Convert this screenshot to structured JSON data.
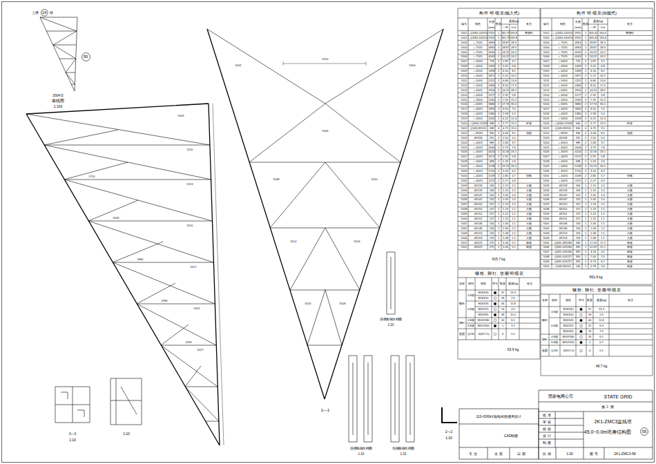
{
  "diagram": {
    "nodes": [
      {
        "text": [
          "14"
        ]
      },
      {
        "text": [
          "55"
        ]
      },
      {
        "text": [
          "55"
        ]
      }
    ],
    "labels": [
      "上接",
      "段",
      "3004.5",
      "单线图",
      "1:100",
      "5509",
      "5511",
      "5513",
      "5515",
      "5517",
      "5525",
      "5527",
      "2713",
      "2049",
      "1860",
      "2996",
      "2263",
      "6750",
      "5502",
      "5504",
      "5506",
      "5508",
      "5510",
      "5512",
      "5514",
      "5516",
      "5518",
      "1—1",
      "3—3",
      "1:10",
      "1:10",
      "连接角钢大样图",
      "1:10",
      "包钢角钢大样图",
      "1:10",
      "2—2",
      "1:10",
      "连接角钢大样图",
      "1:10",
      "构 件 明 细 表(输入式)",
      "编号",
      "规格",
      "长度",
      "(mm)",
      "数量",
      "重量(kg)",
      "一件",
      "小计",
      "备注",
      "615.7 kg",
      "构 件 明 细 表(加腿式)",
      "编号",
      "规格",
      "长度",
      "(mm)",
      "数量",
      "重量(kg)",
      "一件",
      "小计",
      "备注",
      "661.6 kg",
      "螺 栓、脚 钉、垫 圈 明 细 表",
      "名称",
      "级别",
      "规格",
      "符号",
      "数量",
      "重量(kg)",
      "备注",
      "螺栓",
      "4.8级",
      "6.8级",
      "脚钉",
      "4.8级",
      "6.8级",
      "垫圈",
      "Q235",
      "53.9 kg",
      "螺 栓、脚 钉、垫 圈 明 细 表",
      "名称",
      "级别",
      "规格",
      "符号",
      "数量",
      "重量(kg)",
      "备注",
      "螺栓",
      "4.8级",
      "6.8级",
      "脚钉",
      "4.8级",
      "6.8级",
      "垫圈",
      "Q235",
      "48.7 kg",
      "国家电网公司",
      "STATE GRID",
      "施 工 图",
      "110~500kV输电线路通用设计",
      "CAD制图",
      "批 准",
      "审 核",
      "校 核",
      "设 计",
      "制 图",
      "2K1-ZMC3直线塔",
      "45.0~0.0m塔身结构图",
      "比 例",
      "1:20",
      "图 号",
      "2K1-ZMC3-56",
      "专 业",
      "会 签",
      "日 期",
      "5501",
      "∟Q345L140X10",
      "7055",
      "1",
      "165.79",
      "165.8",
      "5502",
      "∟Q345L140X10",
      "7055",
      "1",
      "165.79",
      "165.8",
      "5503",
      "∟75X5",
      "4963",
      "1",
      "28.87",
      "28.9",
      "5504",
      "∟75X5",
      "4963",
      "1",
      "28.87",
      "28.9",
      "5505",
      "∟75X5",
      "4163",
      "1",
      "24.22",
      "24.2",
      "5506",
      "∟75X5",
      "4163",
      "1",
      "24.22",
      "24.2",
      "5507",
      "∟40X4",
      "774",
      "2",
      "1.87",
      "3.7",
      "5508",
      "∟40X4",
      "1409",
      "2",
      "3.41",
      "6.8",
      "5509",
      "∟40X4",
      "1498",
      "2",
      "4.10",
      "8.2",
      "5510",
      "∟40X4",
      "1871",
      "2",
      "5.12",
      "10.2",
      "5511",
      "∟50X4",
      "2222",
      "2",
      "6.80",
      "13.6",
      "5512",
      "∟50X4",
      "2466",
      "2",
      "8.50",
      "17.0",
      "5513",
      "∟63X5",
      "2956",
      "2",
      "14.25",
      "28.5",
      "5514",
      "∟40X4",
      "1577",
      "2",
      "2.92",
      "5.8",
      "5515",
      "∟56X4",
      "2263",
      "2",
      "7.59",
      "15.2",
      "5516",
      "∟63X5",
      "3680",
      "2",
      "17.74",
      "35.5",
      "5517",
      "∟40X3",
      "1890",
      "2",
      "3.50",
      "7.0",
      "5518",
      "∟40X3",
      "1380",
      "2",
      "2.58",
      "5.2",
      "5519",
      "∟56X4",
      "2035",
      "2",
      "6.22",
      "12.4",
      "5520",
      "∟Q345L125X8",
      "638",
      "2",
      "9.77",
      "19.5",
      "5521",
      "-Q345-8X120",
      "638",
      "4",
      "4.75",
      "19.0",
      "5522",
      "∟80X6",
      "356",
      "2",
      "4.06",
      "8.1",
      "5523",
      "-6X208",
      "255",
      "2",
      "2.50",
      "5.0",
      "5524",
      "∟40X3",
      "989",
      "2",
      "1.83",
      "3.7",
      "5525",
      "∟40X3",
      "2044",
      "2",
      "3.79",
      "7.6",
      "5526",
      "∟40X3",
      "4224",
      "2",
      "11.56",
      "23.1",
      "5527",
      "∟40X3",
      "1571",
      "2",
      "2.91",
      "5.8",
      "5528",
      "∟40X3",
      "698",
      "2",
      "1.29",
      "2.6",
      "5529",
      "∟56X4",
      "5738",
      "2",
      "19.75",
      "39.5",
      "5530",
      "∟40X3",
      "1750",
      "2",
      "3.24",
      "6.5",
      "5531",
      "∟40X3",
      "1539",
      "2",
      "2.85",
      "5.7",
      "5532",
      "∟40X3",
      "1172",
      "2",
      "2.17",
      "4.3",
      "5533",
      "-6X133",
      "163",
      "1",
      "1.15",
      "1.2",
      "5534",
      "-6X133",
      "163",
      "1",
      "1.15",
      "1.2",
      "5535",
      "-6X147",
      "152",
      "1",
      "1.05",
      "1.0",
      "5536",
      "-6X147",
      "152",
      "1",
      "1.05",
      "1.0",
      "5537",
      "-6X152",
      "157",
      "1",
      "1.13",
      "1.1",
      "5538",
      "-6X152",
      "157",
      "1",
      "1.13",
      "1.1",
      "5539",
      "-6X151",
      "157",
      "1",
      "1.12",
      "1.1",
      "5540",
      "-6X151",
      "157",
      "1",
      "1.12",
      "1.1",
      "5541",
      "-6X146",
      "154",
      "1",
      "1.06",
      "1.1",
      "5542",
      "-6X146",
      "154",
      "1",
      "1.06",
      "1.1",
      "5543",
      "-6X153",
      "153",
      "1",
      "1.08",
      "1.1",
      "5544",
      "-6X153",
      "153",
      "1",
      "1.08",
      "1.1",
      "5551",
      "-6X225",
      "275",
      "1",
      "5.06",
      "5.1",
      "5552",
      "-6X225",
      "275",
      "1",
      "5.06",
      "5.1",
      "带脚钉",
      "铲背",
      "清根",
      "切角",
      "火曲",
      "火曲",
      "火曲",
      "火曲",
      "火曲",
      "火曲",
      "火曲",
      "火曲",
      "火曲",
      "火曲",
      "火曲",
      "火曲",
      "焊接",
      "焊接",
      "5501",
      "∟Q345L140X10",
      "6955",
      "1",
      "163.42",
      "163.4",
      "5502",
      "∟Q345L140X10",
      "6955",
      "1",
      "163.42",
      "163.4",
      "5503",
      "∟75X5",
      "4963",
      "1",
      "28.87",
      "28.9",
      "5504",
      "∟75X5",
      "4963",
      "1",
      "28.87",
      "28.9",
      "5505",
      "∟75X5",
      "4163",
      "1",
      "24.22",
      "24.2",
      "5506",
      "∟75X5",
      "4163",
      "1",
      "24.22",
      "24.2",
      "5507",
      "∟40X4",
      "774",
      "2",
      "1.87",
      "3.7",
      "5508",
      "∟40X4",
      "1409",
      "2",
      "3.41",
      "6.8",
      "5509",
      "∟40X4",
      "1498",
      "2",
      "4.10",
      "8.2",
      "5510",
      "∟40X4",
      "1871",
      "2",
      "5.12",
      "10.2",
      "5511",
      "∟50X4",
      "2222",
      "2",
      "6.80",
      "13.6",
      "5512",
      "∟50X4",
      "2466",
      "2",
      "8.50",
      "17.0",
      "5513",
      "∟63X5",
      "2956",
      "2",
      "14.25",
      "28.5",
      "5514",
      "∟40X4",
      "1577",
      "2",
      "2.92",
      "5.8",
      "5515",
      "∟56X4",
      "2263",
      "2",
      "7.59",
      "15.2",
      "5516",
      "∟63X5",
      "3680",
      "2",
      "17.74",
      "35.5",
      "5517",
      "∟40X3",
      "1890",
      "2",
      "3.50",
      "7.0",
      "5518",
      "∟40X3",
      "1380",
      "2",
      "2.58",
      "5.2",
      "5519",
      "∟56X4",
      "2033",
      "2",
      "6.22",
      "12.4",
      "5520",
      "∟Q345L125X8",
      "630",
      "2",
      "9.77",
      "19.5",
      "5521",
      "-Q345-8X120",
      "630",
      "4",
      "4.75",
      "9.5",
      "5522",
      "∟80X6",
      "356",
      "2",
      "4.06",
      "8.1",
      "5523",
      "-6X208",
      "255",
      "2",
      "2.50",
      "5.0",
      "5524",
      "∟40X3",
      "989",
      "2",
      "1.83",
      "3.7",
      "5525",
      "∟40X3",
      "2044",
      "2",
      "3.79",
      "7.6",
      "5526",
      "∟40X3",
      "4224",
      "2",
      "11.56",
      "23.1",
      "5527",
      "∟40X3",
      "1571",
      "2",
      "2.91",
      "5.8",
      "5528",
      "∟40X3",
      "698",
      "2",
      "1.29",
      "2.6",
      "5529",
      "∟56X4",
      "5738",
      "2",
      "19.75",
      "39.5",
      "5530",
      "∟40X3",
      "1750",
      "2",
      "3.24",
      "6.5",
      "5531",
      "∟40X3",
      "1539",
      "2",
      "2.85",
      "5.7",
      "5532",
      "∟40X3",
      "1172",
      "2",
      "2.17",
      "4.3",
      "5533",
      "-6X133",
      "163",
      "1",
      "1.15",
      "1.2",
      "5534",
      "-6X133",
      "163",
      "1",
      "1.15",
      "1.2",
      "5535",
      "-6X147",
      "152",
      "1",
      "1.05",
      "1.0",
      "5536",
      "-6X147",
      "152",
      "1",
      "1.05",
      "1.0",
      "5537",
      "-6X152",
      "157",
      "1",
      "1.13",
      "1.1",
      "5538",
      "-6X152",
      "157",
      "1",
      "1.13",
      "1.1",
      "5539",
      "-6X151",
      "157",
      "1",
      "1.12",
      "1.1",
      "5540",
      "-6X151",
      "157",
      "1",
      "1.12",
      "1.1",
      "5541",
      "-6X146",
      "154",
      "1",
      "1.06",
      "1.1",
      "5542",
      "-6X146",
      "154",
      "1",
      "1.06",
      "1.1",
      "5543",
      "-6X153",
      "153",
      "1",
      "1.08",
      "1.1",
      "5544",
      "-6X153",
      "153",
      "1",
      "1.08",
      "1.1",
      "5545",
      "-Q345-28X280",
      "280",
      "1",
      "17.23",
      "17.2",
      "5546",
      "-Q345-10X260",
      "395",
      "1",
      "12.09",
      "12.1",
      "5547",
      "-Q345-10X260",
      "395",
      "1",
      "4.14",
      "4.1",
      "5548",
      "-Q345-10X227",
      "395",
      "1",
      "7.04",
      "7.0",
      "5549",
      "-Q345-10X227",
      "395",
      "1",
      "6.73",
      "6.7",
      "5550",
      "-Q345-8X120",
      "140",
      "2",
      "0.78",
      "1.6",
      "带脚钉",
      "铲背",
      "清根",
      "切角",
      "火曲",
      "火曲",
      "火曲",
      "火曲",
      "火曲",
      "火曲",
      "火曲",
      "火曲",
      "火曲",
      "火曲",
      "火曲",
      "火曲",
      "焊接",
      "焊接",
      "焊接",
      "焊接",
      "焊接",
      "焊接",
      "M16X40",
      "91",
      "13.3",
      "M16X50",
      "18",
      "2.9",
      "M20X45",
      "44",
      "11.8",
      "M20X55",
      "14",
      "4.0",
      "M20X65",
      "48",
      "15.0",
      "M16X180",
      "16",
      "6.1",
      "M20X200",
      "1",
      "0.7",
      "-3(Φ17.5)",
      "6",
      "0.1",
      "M16X40",
      "91",
      "13.3",
      "M16X50",
      "18",
      "2.9",
      "M20X45",
      "44",
      "11.8",
      "M20X55",
      "22",
      "6.3",
      "M20X65",
      "24",
      "7.5",
      "M16X180",
      "16",
      "6.1",
      "M20X200",
      "1",
      "0.7",
      "-3(Φ17.5)",
      "6",
      "0.1"
    ]
  }
}
